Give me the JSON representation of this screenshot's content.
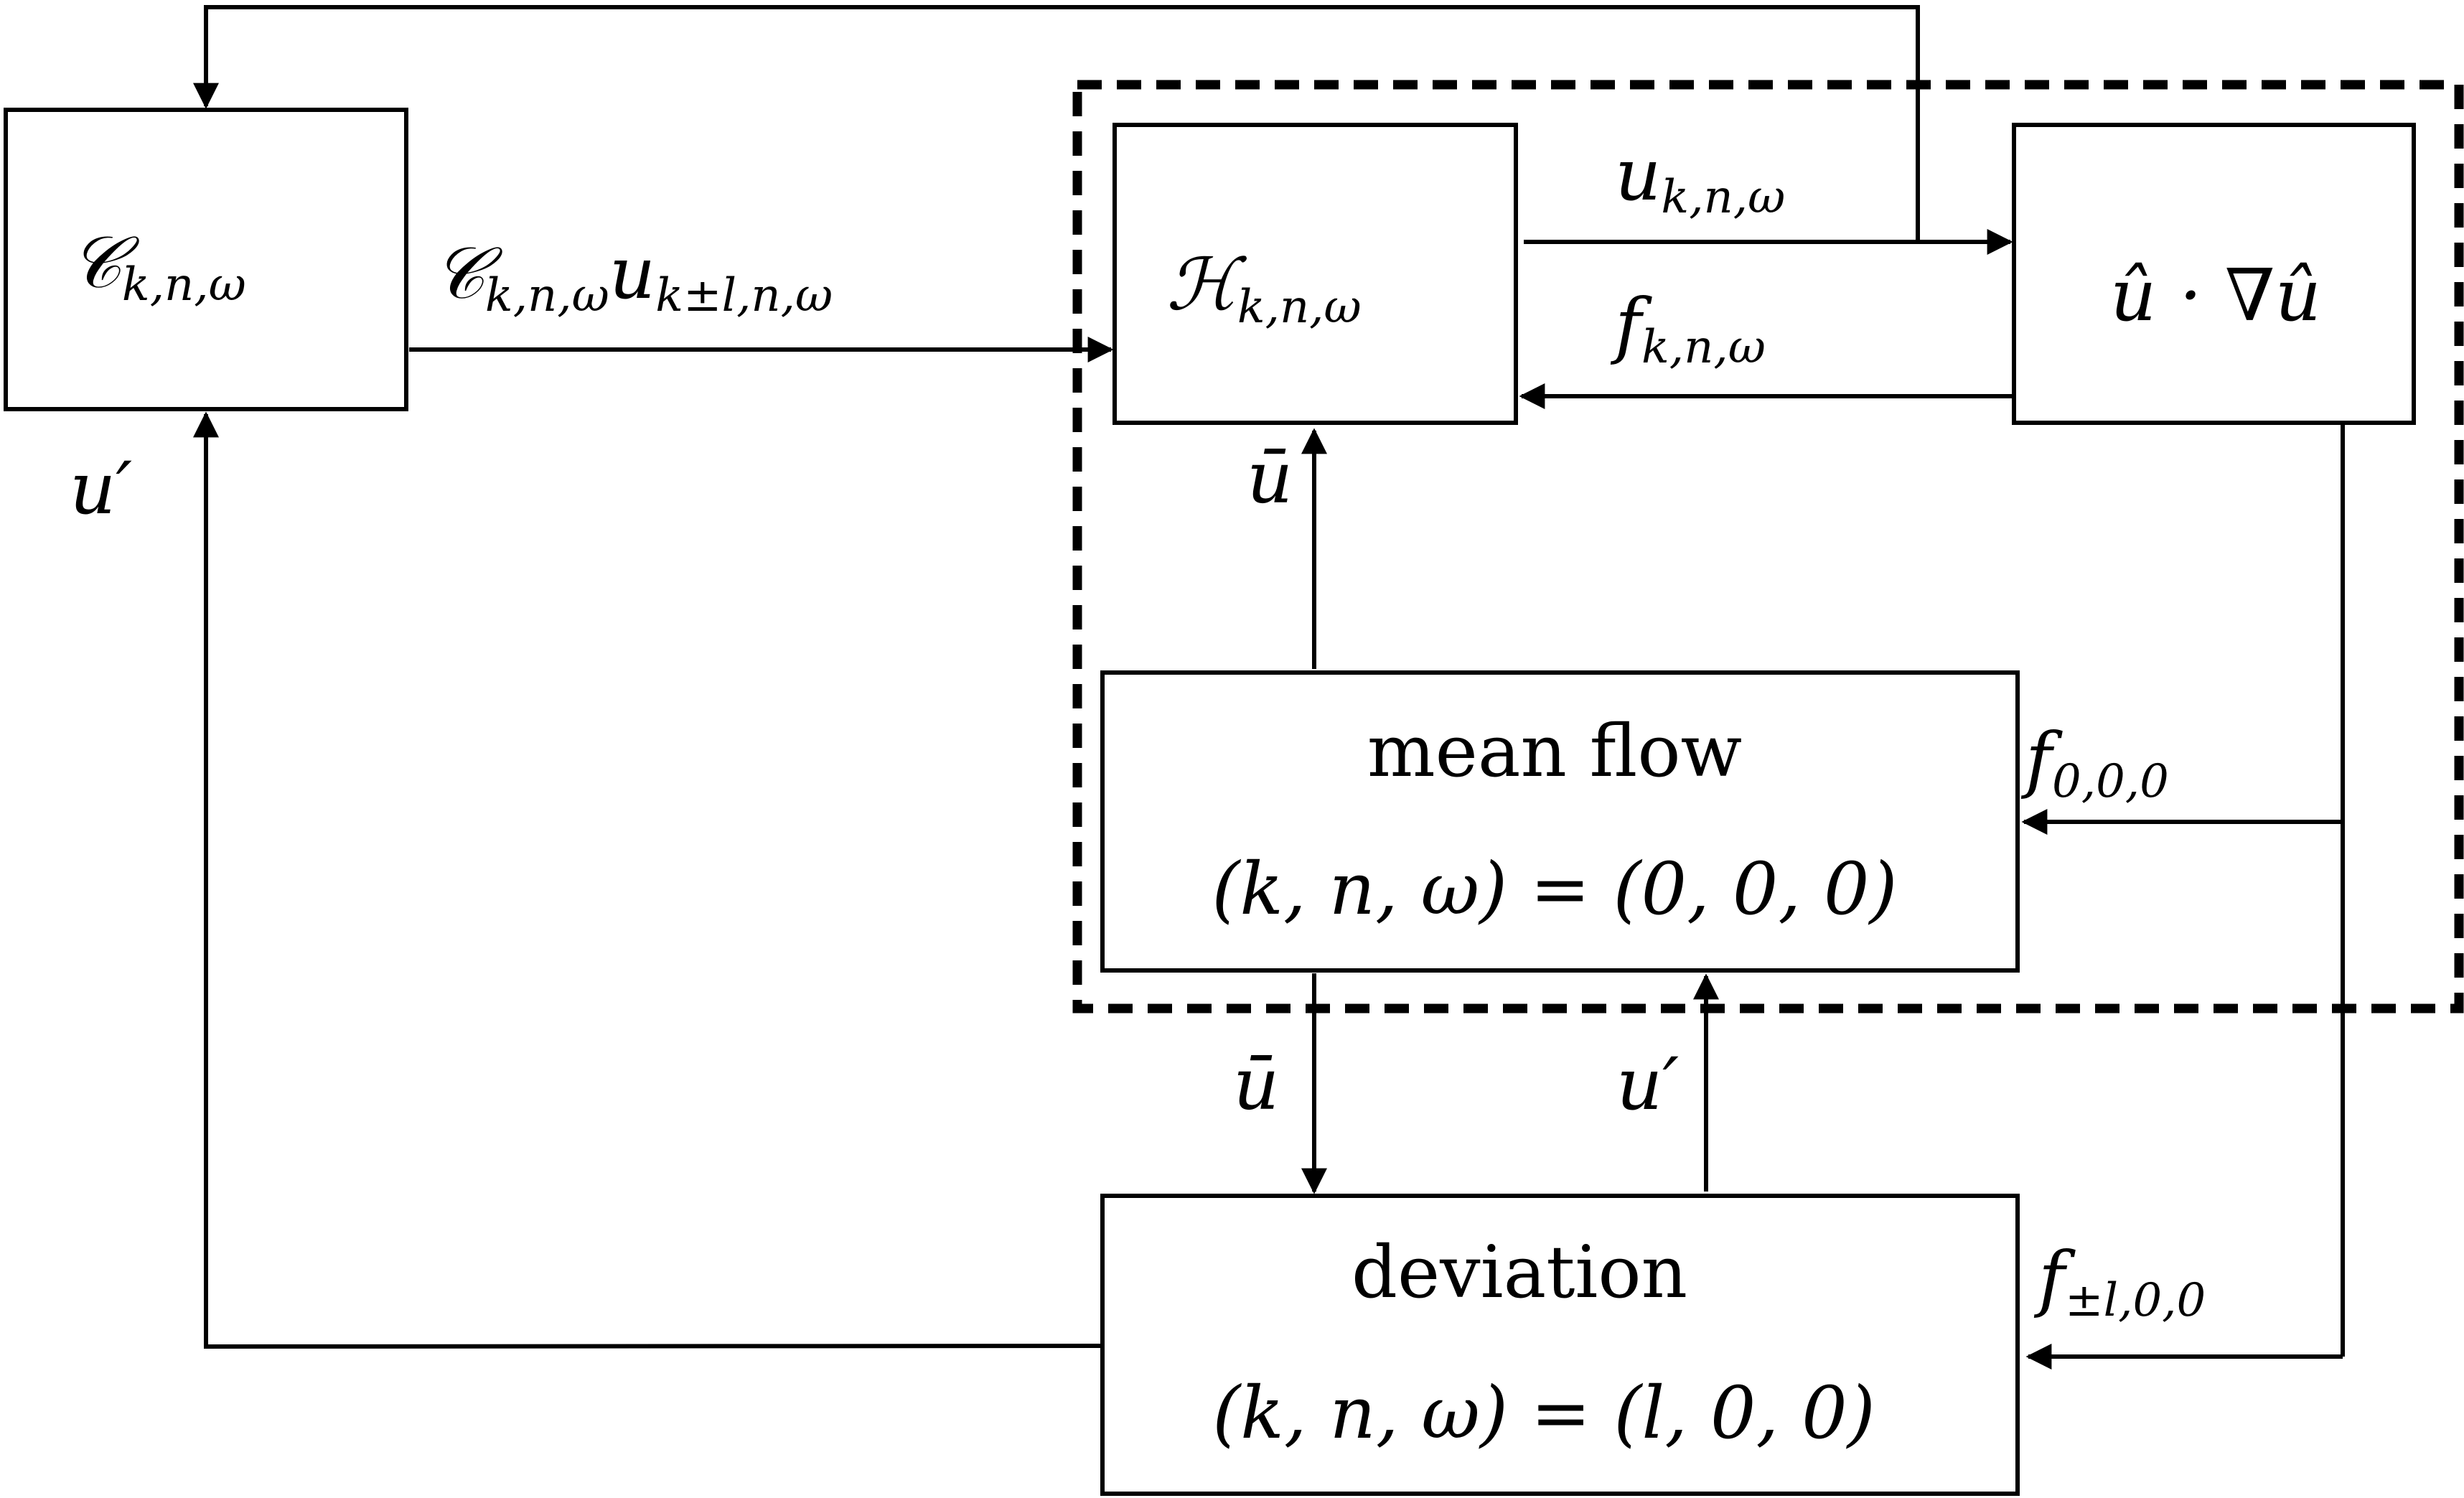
{
  "blocks": {
    "coupling": {
      "symbol": "𝒞",
      "subscript": "k,n,ω"
    },
    "resolvent": {
      "symbol": "ℋ",
      "subscript": "k,n,ω"
    },
    "nonlinear": {
      "text": "û · ∇û"
    },
    "mean_flow": {
      "line1": "mean flow",
      "line2": "(k, n, ω) = (0, 0, 0)"
    },
    "deviation": {
      "line1": "deviation",
      "line2": "(k, n, ω) = (l, 0, 0)"
    }
  },
  "signals": {
    "coupled_input": {
      "symbol": "𝒞",
      "subscript1": "k,n,ω",
      "symbol2": "u",
      "subscript2": "k±l,n,ω"
    },
    "velocity_mode": {
      "symbol": "u",
      "subscript": "k,n,ω"
    },
    "forcing_mode": {
      "symbol": "f",
      "subscript": "k,n,ω"
    },
    "mean_velocity_top": {
      "text": "ū"
    },
    "mean_velocity_bottom": {
      "text": "ū"
    },
    "fluctuation_left": {
      "text": "u′"
    },
    "fluctuation_bottom": {
      "text": "u′"
    },
    "forcing_mean": {
      "symbol": "f",
      "subscript": "0,0,0"
    },
    "forcing_deviation": {
      "symbol": "f",
      "subscript": "±l,0,0"
    }
  }
}
